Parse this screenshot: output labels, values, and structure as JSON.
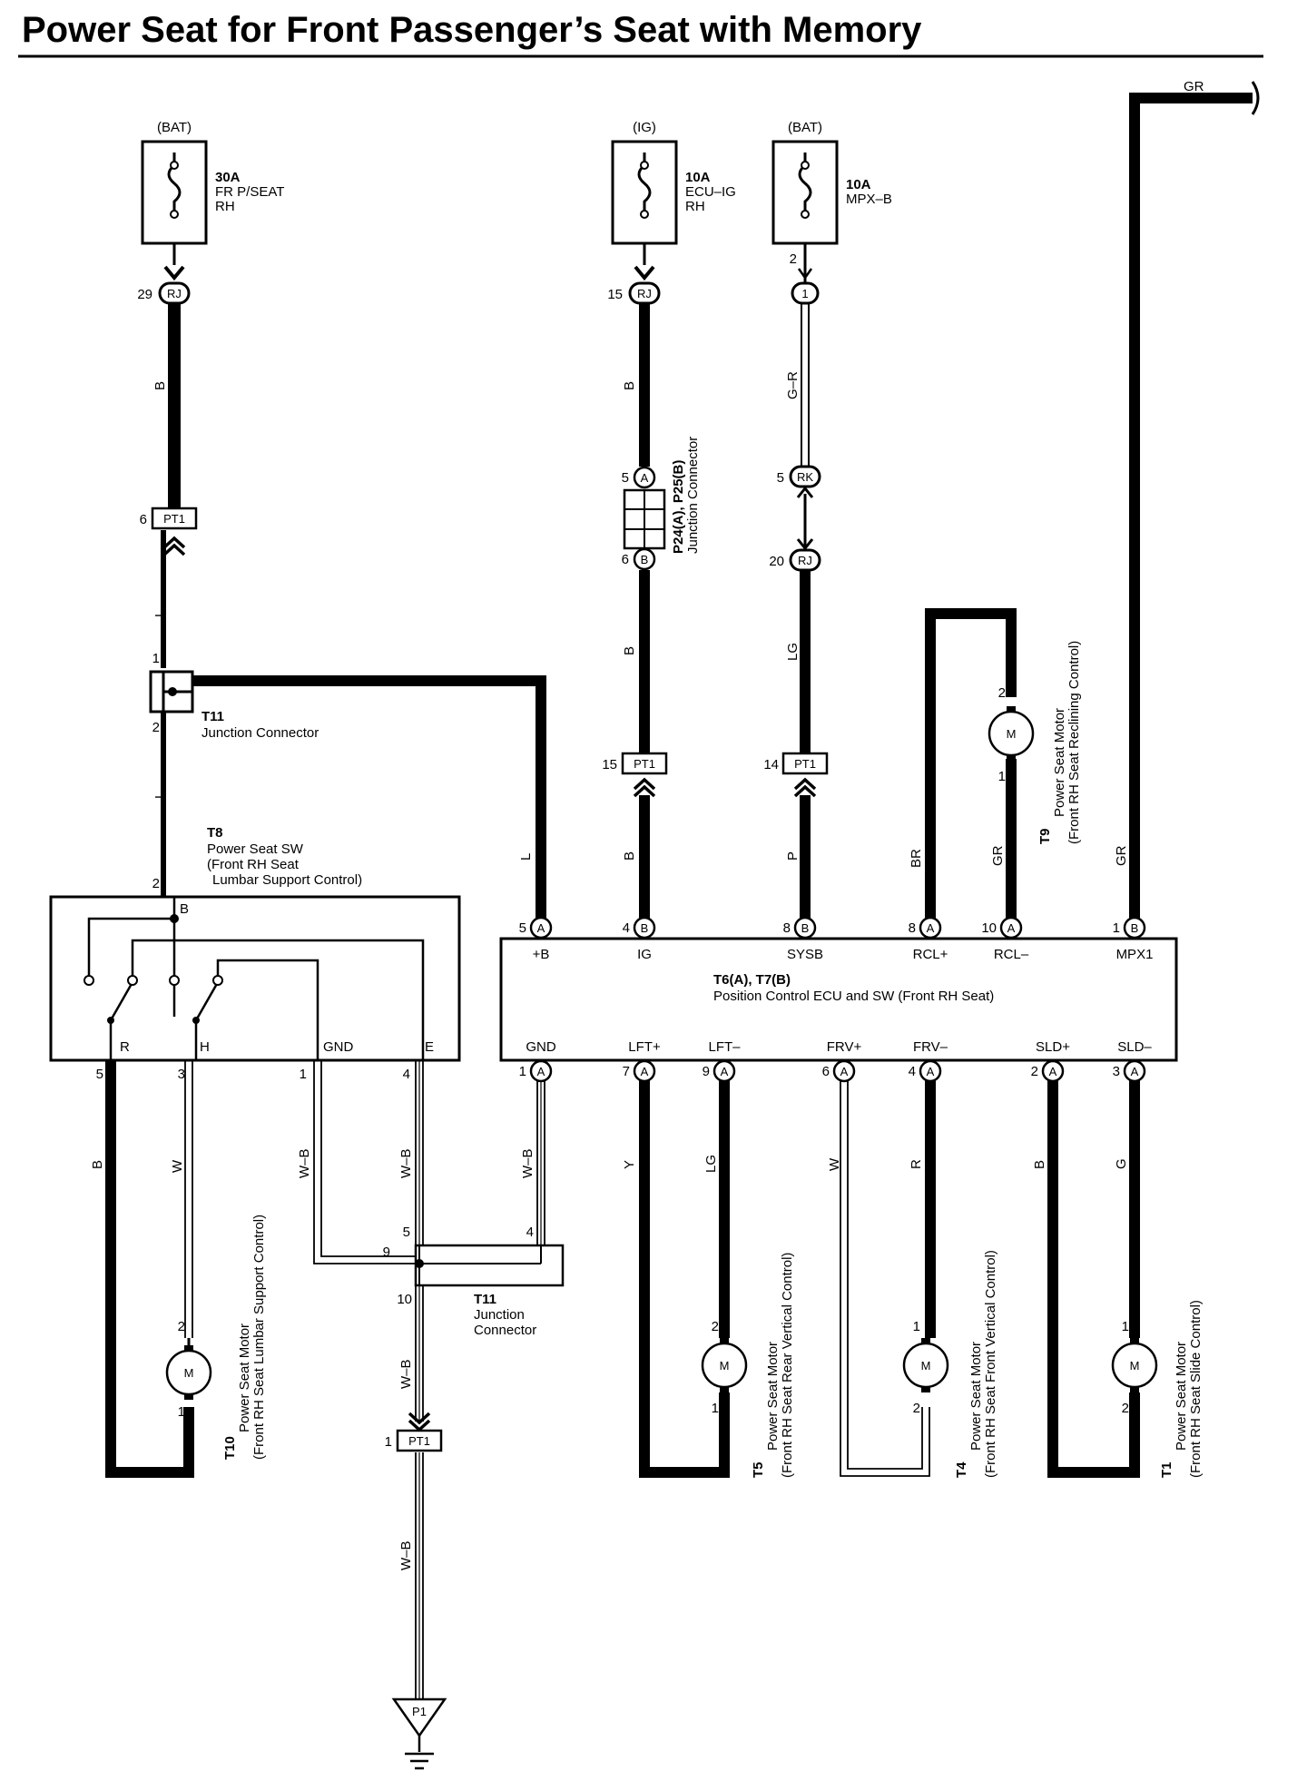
{
  "title": "Power Seat for Front Passenger’s Seat with Memory",
  "fuses": [
    {
      "source": "(BAT)",
      "rating": "30A",
      "line1": "FR P/SEAT",
      "line2": "RH"
    },
    {
      "source": "(IG)",
      "rating": "10A",
      "line1": "ECU–IG",
      "line2": "RH"
    },
    {
      "source": "(BAT)",
      "rating": "10A",
      "line1": "MPX–B",
      "line2": ""
    }
  ],
  "wire_colors": {
    "bat_main": "B",
    "feed_l1": "L",
    "feed_l2": "L",
    "feed_l3": "L",
    "ig_upper": "B",
    "ig_mid": "B",
    "ig_lower": "B",
    "mpx_gr_upper": "G–R",
    "mpx_lg": "LG",
    "mpx_p": "P",
    "gr_top": "GR",
    "gr_right": "GR",
    "rcl_plus": "BR",
    "rcl_minus": "GR",
    "t8_r": "B",
    "t8_h": "W",
    "t8_gnd": "W–B",
    "t8_e": "W–B",
    "gnd_a": "W–B",
    "lft_plus": "Y",
    "lft_minus": "LG",
    "frv_plus": "W",
    "frv_minus": "R",
    "sld_plus": "B",
    "sld_minus": "G",
    "ground_wire": "W–B",
    "ground_lower": "W–B"
  },
  "connectors": {
    "rj": "RJ",
    "rk": "RK",
    "pt1": "PT1",
    "pin1": "1",
    "a": "A",
    "b": "B",
    "p1": "P1"
  },
  "pins": {
    "rj29": "29",
    "pt1_6": "6",
    "rj15": "15",
    "jc_5": "5",
    "jc_6": "6",
    "pt1_15": "15",
    "fuse_b_2": "2",
    "rk5": "5",
    "rj20": "20",
    "pt1_14": "14",
    "t11_1": "1",
    "t11_2": "2",
    "t11_3": "3",
    "t8_2": "2",
    "t8_5": "5",
    "t8_3": "3",
    "t8_1": "1",
    "t8_4": "4",
    "ecu_5": "5",
    "ecu_4": "4",
    "ecu_8": "8",
    "ecu_8b": "8",
    "ecu_10": "10",
    "ecu_1": "1",
    "ecu_g1": "1",
    "ecu_7": "7",
    "ecu_9": "9",
    "ecu_6": "6",
    "ecu_4b": "4",
    "ecu_2": "2",
    "ecu_3": "3",
    "j2_5": "5",
    "j2_4": "4",
    "j2_9": "9",
    "j2_10": "10",
    "pt1_1": "1",
    "t10_2": "2",
    "t10_1": "1",
    "t5_2": "2",
    "t5_1": "1",
    "t4_1": "1",
    "t4_2": "2",
    "t1_1": "1",
    "t1_2": "2",
    "t9_2": "2",
    "t9_1": "1"
  },
  "junction_p24": {
    "line1": "P24(A), P25(B)",
    "line2": "Junction Connector"
  },
  "t11": {
    "id": "T11",
    "name": "Junction Connector"
  },
  "t11_lower": {
    "id": "T11",
    "line1": "Junction",
    "line2": "Connector"
  },
  "t8": {
    "id": "T8",
    "line1": "Power Seat SW",
    "line2": "(Front RH Seat",
    "line3": "Lumbar Support Control)",
    "term_b": "B",
    "term_r": "R",
    "term_h": "H",
    "term_gnd": "GND",
    "term_e": "E"
  },
  "ecu": {
    "id": "T6(A), T7(B)",
    "name": "Position Control ECU and SW (Front RH Seat)",
    "top_terms": [
      "+B",
      "IG",
      "SYSB",
      "RCL+",
      "RCL–",
      "MPX1"
    ],
    "bottom_terms": [
      "GND",
      "LFT+",
      "LFT–",
      "FRV+",
      "FRV–",
      "SLD+",
      "SLD–"
    ]
  },
  "motors": [
    {
      "id": "T10",
      "line1": "Power Seat Motor",
      "line2": "(Front RH Seat Lumbar Support Control)"
    },
    {
      "id": "T5",
      "line1": "Power Seat Motor",
      "line2": "(Front RH Seat Rear Vertical Control)"
    },
    {
      "id": "T4",
      "line1": "Power Seat Motor",
      "line2": "(Front RH Seat Front Vertical Control)"
    },
    {
      "id": "T1",
      "line1": "Power Seat Motor",
      "line2": "(Front RH Seat Slide Control)"
    },
    {
      "id": "T9",
      "line1": "Power Seat Motor",
      "line2": "(Front RH Seat Reclining Control)"
    }
  ],
  "motor_symbol": "M"
}
